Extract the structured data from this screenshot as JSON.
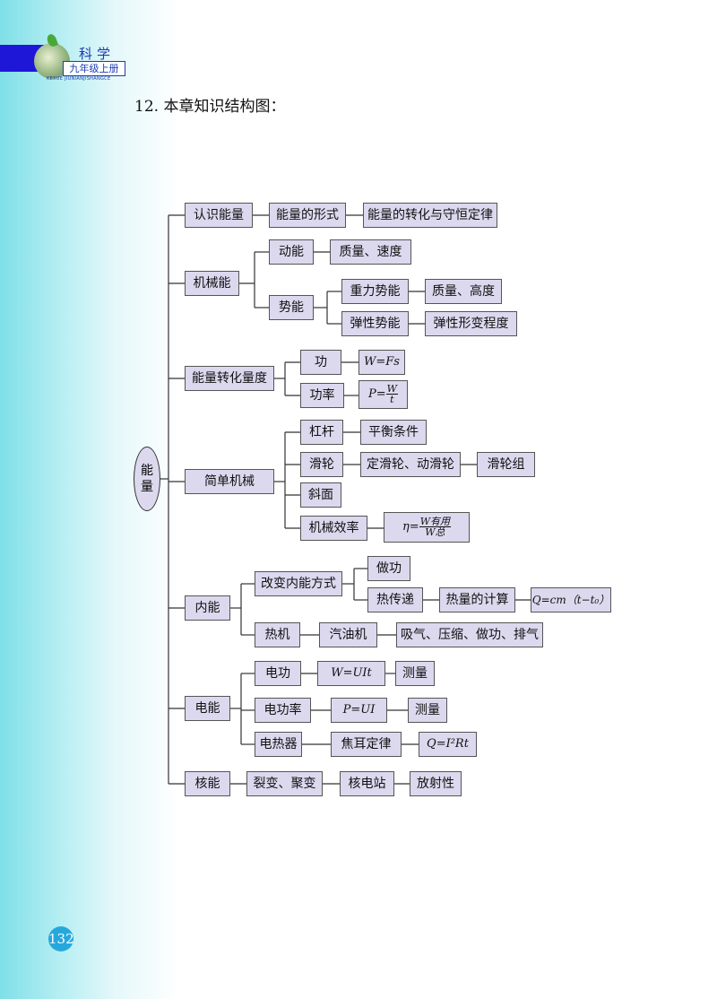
{
  "header": {
    "subject": "科学",
    "grade": "九年级上册",
    "pinyin": "KEXUE JIUNIANJISHANGCE"
  },
  "section_title": "12. 本章知识结构图：",
  "page_number": "132",
  "root": {
    "chars": [
      "能",
      "量"
    ]
  },
  "nodes": {
    "recognize": "认识能量",
    "forms": "能量的形式",
    "conservation": "能量的转化与守恒定律",
    "mechanical": "机械能",
    "kinetic": "动能",
    "mass_speed": "质量、速度",
    "potential": "势能",
    "gravity_pe": "重力势能",
    "mass_height": "质量、高度",
    "elastic_pe": "弹性势能",
    "deform": "弹性形变程度",
    "measure": "能量转化量度",
    "work": "功",
    "power": "功率",
    "simple_machines": "简单机械",
    "lever": "杠杆",
    "balance": "平衡条件",
    "pulley": "滑轮",
    "pulley_types": "定滑轮、动滑轮",
    "pulley_block": "滑轮组",
    "incline": "斜面",
    "efficiency": "机械效率",
    "internal": "内能",
    "change_method": "改变内能方式",
    "do_work": "做功",
    "heat_transfer": "热传递",
    "heat_calc": "热量的计算",
    "heat_engine": "热机",
    "gas_engine": "汽油机",
    "strokes": "吸气、压缩、做功、排气",
    "electric": "电能",
    "e_work": "电功",
    "e_power": "电功率",
    "e_heat": "电热器",
    "joule_law": "焦耳定律",
    "measure1": "测量",
    "measure2": "测量",
    "nuclear": "核能",
    "fission": "裂变、聚变",
    "plant": "核电站",
    "radio": "放射性"
  },
  "formulas": {
    "work": "W=Fs",
    "power_lhs": "P=",
    "power_num": "W",
    "power_den": "t",
    "eff_lhs": "η=",
    "eff_num": "W有用",
    "eff_den": "W总",
    "heat": "Q=cm（t−t₀）",
    "e_work": "W=UIt",
    "e_power": "P=UI",
    "joule": "Q=I²Rt"
  }
}
